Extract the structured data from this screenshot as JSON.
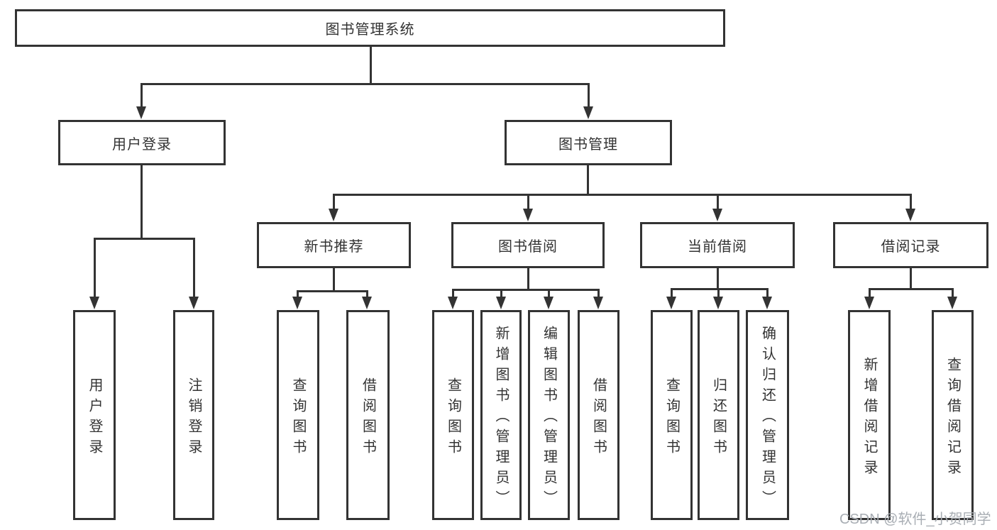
{
  "tree": {
    "label": "图书管理系统",
    "children": [
      {
        "label": "用户登录",
        "children": [
          {
            "label": "用户登录"
          },
          {
            "label": "注销登录"
          }
        ]
      },
      {
        "label": "图书管理",
        "children": [
          {
            "label": "新书推荐",
            "children": [
              {
                "label": "查询图书"
              },
              {
                "label": "借阅图书"
              }
            ]
          },
          {
            "label": "图书借阅",
            "children": [
              {
                "label": "查询图书"
              },
              {
                "label": "新增图书（管理员）"
              },
              {
                "label": "编辑图书（管理员）"
              },
              {
                "label": "借阅图书"
              }
            ]
          },
          {
            "label": "当前借阅",
            "children": [
              {
                "label": "查询图书"
              },
              {
                "label": "归还图书"
              },
              {
                "label": "确认归还（管理员）"
              }
            ]
          },
          {
            "label": "借阅记录",
            "children": [
              {
                "label": "新增借阅记录"
              },
              {
                "label": "查询借阅记录"
              }
            ]
          }
        ]
      }
    ]
  },
  "watermark": "CSDN @软件_小贺同学",
  "colors": {
    "line": "#333333",
    "text": "#333333",
    "background": "#ffffff",
    "watermark": "#a9aeb4"
  }
}
